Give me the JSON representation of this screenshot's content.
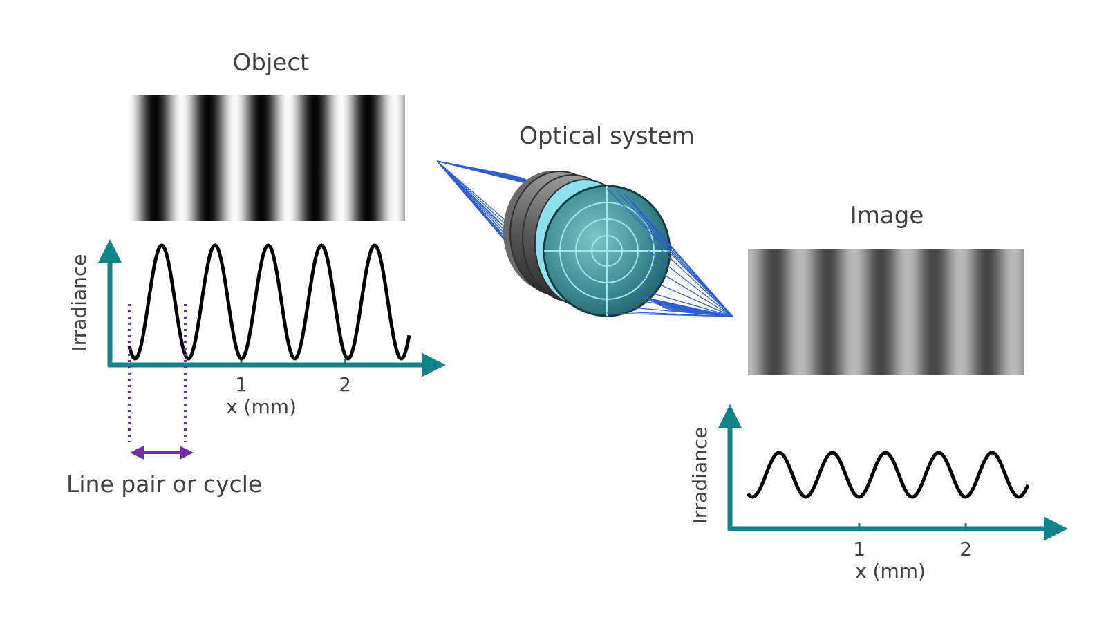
{
  "object": {
    "title": "Object",
    "axis_y_label": "Irradiance",
    "axis_x_label": "x (mm)",
    "ticks": [
      "1",
      "2"
    ]
  },
  "optical_system": {
    "title": "Optical system"
  },
  "image": {
    "title": "Image",
    "axis_y_label": "Irradiance",
    "axis_x_label": "x (mm)",
    "ticks": [
      "1",
      "2"
    ]
  },
  "annotation": {
    "line_pair_label": "Line pair or cycle"
  },
  "colors": {
    "axis": "#138289",
    "curve": "#000000",
    "bracket": "#7030a0",
    "rays": "#2f5fd0",
    "lens_body": "#4a8e96",
    "text": "#404040"
  }
}
